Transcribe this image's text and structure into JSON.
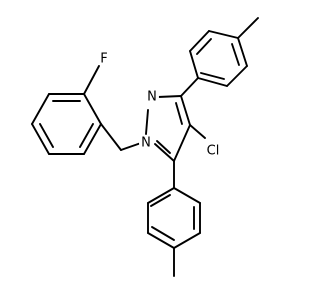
{
  "structure": {
    "atom_labels": [
      {
        "id": "F",
        "text": "F",
        "color": "#000000"
      },
      {
        "id": "N2",
        "text": "N",
        "color": "#000000"
      },
      {
        "id": "N1",
        "text": "N",
        "color": "#000000"
      },
      {
        "id": "Cl",
        "text": "Cl",
        "color": "#000000"
      }
    ]
  }
}
